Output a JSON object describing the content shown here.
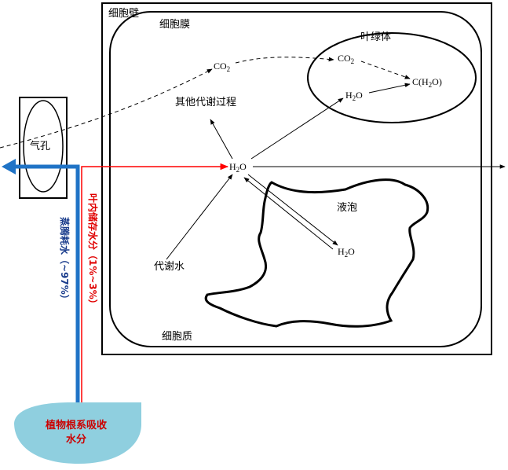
{
  "labels": {
    "cell_wall": "细胞壁",
    "cell_membrane": "细胞膜",
    "chloroplast": "叶绿体",
    "other_metabolism": "其他代谢过程",
    "vacuole": "液泡",
    "metabolic_water": "代谢水",
    "cytoplasm": "细胞质",
    "stoma": "气孔"
  },
  "chem": {
    "co2_outer": {
      "base": "CO",
      "sub": "2"
    },
    "co2_inner": {
      "base": "CO",
      "sub": "2"
    },
    "h2o_center": {
      "base": "H",
      "sub": "2",
      "tail": "O"
    },
    "h2o_chloro": {
      "base": "H",
      "sub": "2",
      "tail": "O"
    },
    "h2o_vacuole": {
      "base": "H",
      "sub": "2",
      "tail": "O"
    },
    "carbohydrate": {
      "base": "C(H",
      "sub": "2",
      "tail": "O)"
    }
  },
  "vertical_labels": {
    "stored_water": "叶内储存水分（1%~3%）",
    "transpiration": "蒸腾耗水（~97%）"
  },
  "root": {
    "line1": "植物根系吸收",
    "line2": "水分"
  },
  "colors": {
    "stored_water_flow": "#ff0000",
    "transpiration_flow": "#1f73c6",
    "root_fill": "#8fcfdf"
  }
}
